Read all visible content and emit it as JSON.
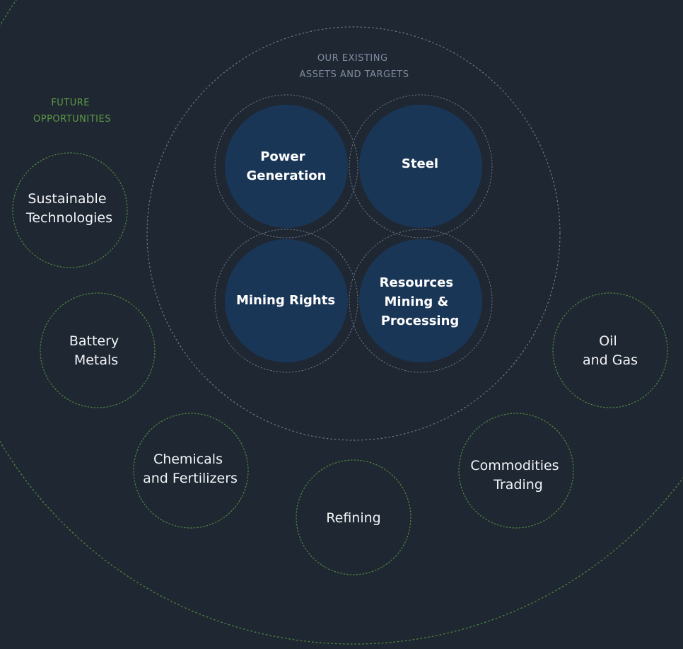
{
  "headers": {
    "existing": [
      "OUR EXISTING",
      "ASSETS AND TARGETS"
    ],
    "future": [
      "FUTURE",
      "OPPORTUNITIES"
    ]
  },
  "core_assets": [
    {
      "id": "power-generation",
      "lines": [
        "Power",
        "Generation"
      ]
    },
    {
      "id": "steel",
      "lines": [
        "Steel"
      ]
    },
    {
      "id": "mining-rights",
      "lines": [
        "Mining Rights"
      ]
    },
    {
      "id": "resources-mining-processing",
      "lines": [
        "Resources",
        "Mining &",
        "Processing"
      ]
    }
  ],
  "opportunities": [
    {
      "id": "sustainable-technologies",
      "lines": [
        "Sustainable",
        "Technologies"
      ]
    },
    {
      "id": "battery-metals",
      "lines": [
        "Battery",
        "Metals"
      ]
    },
    {
      "id": "chemicals-fertilizers",
      "lines": [
        "Chemicals",
        "and Fertilizers"
      ]
    },
    {
      "id": "refining",
      "lines": [
        "Refining"
      ]
    },
    {
      "id": "commodities-trading",
      "lines": [
        "Commodities",
        "Trading"
      ]
    },
    {
      "id": "oil-gas",
      "lines": [
        "Oil",
        "and Gas"
      ]
    }
  ],
  "colors": {
    "background": "#1f2733",
    "core_fill": "#1a3656",
    "core_ring": "#6b7684",
    "existing_header": "#7f8c9e",
    "future_header": "#5e9b43",
    "future_ring": "#4f8a3a",
    "inner_ring": "#6f7b8a",
    "text": "#ffffff"
  }
}
